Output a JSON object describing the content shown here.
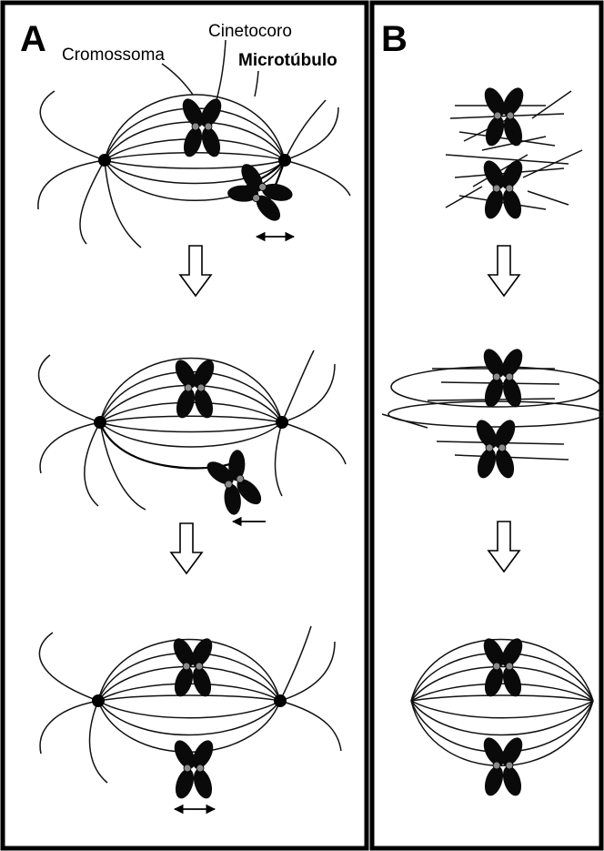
{
  "panels": [
    {
      "letter": "A"
    },
    {
      "letter": "B"
    }
  ],
  "labels": {
    "kinetochore": "Cinetocoro",
    "chromosome": "Cromossoma",
    "microtubule": "Microtúbulo"
  },
  "colors": {
    "ink": "#000000",
    "background": "#ffffff",
    "kinetochore": "#8a8a8a"
  }
}
